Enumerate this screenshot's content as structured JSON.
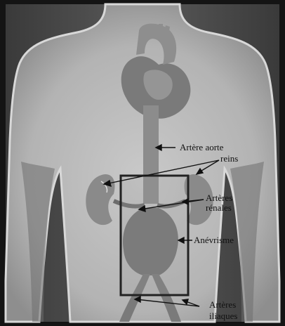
{
  "labels": {
    "aorte": "Artère aorte",
    "reins": "reins",
    "arteres_renales_line1": "Artères",
    "arteres_renales_line2": "rénales",
    "anevrisme": "Anévrisme",
    "arteres_iliaques_line1": "Artères",
    "arteres_iliaques_line2": "iliaques"
  },
  "colors": {
    "frame": "#141414",
    "background": "#4a4a4a",
    "body": "#a9a9a9",
    "organs": "#7e7e7e",
    "highlight_box": "#222222"
  }
}
